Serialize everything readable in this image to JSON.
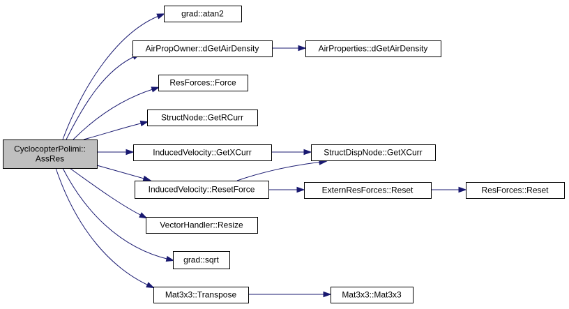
{
  "diagram": {
    "type": "call-graph",
    "edge_color": "#191970",
    "root_fill": "#bfbfbf",
    "nodes": [
      {
        "id": "root",
        "lines": [
          "CyclocopterPolimi::",
          "AssRes"
        ],
        "root": true
      },
      {
        "id": "atan2",
        "lines": [
          "grad::atan2"
        ]
      },
      {
        "id": "airpropowner",
        "lines": [
          "AirPropOwner::dGetAirDensity"
        ]
      },
      {
        "id": "airproperties",
        "lines": [
          "AirProperties::dGetAirDensity"
        ]
      },
      {
        "id": "resforces-force",
        "lines": [
          "ResForces::Force"
        ]
      },
      {
        "id": "structnode",
        "lines": [
          "StructNode::GetRCurr"
        ]
      },
      {
        "id": "inducedvel-getx",
        "lines": [
          "InducedVelocity::GetXCurr"
        ]
      },
      {
        "id": "structdisp",
        "lines": [
          "StructDispNode::GetXCurr"
        ]
      },
      {
        "id": "inducedvel-reset",
        "lines": [
          "InducedVelocity::ResetForce"
        ]
      },
      {
        "id": "externres",
        "lines": [
          "ExternResForces::Reset"
        ]
      },
      {
        "id": "resforces-reset",
        "lines": [
          "ResForces::Reset"
        ]
      },
      {
        "id": "vectorhandler",
        "lines": [
          "VectorHandler::Resize"
        ]
      },
      {
        "id": "sqrt",
        "lines": [
          "grad::sqrt"
        ]
      },
      {
        "id": "transpose",
        "lines": [
          "Mat3x3::Transpose"
        ]
      },
      {
        "id": "mat3x3",
        "lines": [
          "Mat3x3::Mat3x3"
        ]
      }
    ],
    "edges": [
      {
        "from": "root",
        "to": "atan2"
      },
      {
        "from": "root",
        "to": "airpropowner"
      },
      {
        "from": "airpropowner",
        "to": "airproperties"
      },
      {
        "from": "root",
        "to": "resforces-force"
      },
      {
        "from": "root",
        "to": "structnode"
      },
      {
        "from": "root",
        "to": "inducedvel-getx"
      },
      {
        "from": "inducedvel-getx",
        "to": "structdisp"
      },
      {
        "from": "root",
        "to": "inducedvel-reset"
      },
      {
        "from": "inducedvel-reset",
        "to": "structdisp"
      },
      {
        "from": "inducedvel-reset",
        "to": "externres"
      },
      {
        "from": "externres",
        "to": "resforces-reset"
      },
      {
        "from": "root",
        "to": "vectorhandler"
      },
      {
        "from": "root",
        "to": "sqrt"
      },
      {
        "from": "root",
        "to": "transpose"
      },
      {
        "from": "transpose",
        "to": "mat3x3"
      }
    ]
  }
}
